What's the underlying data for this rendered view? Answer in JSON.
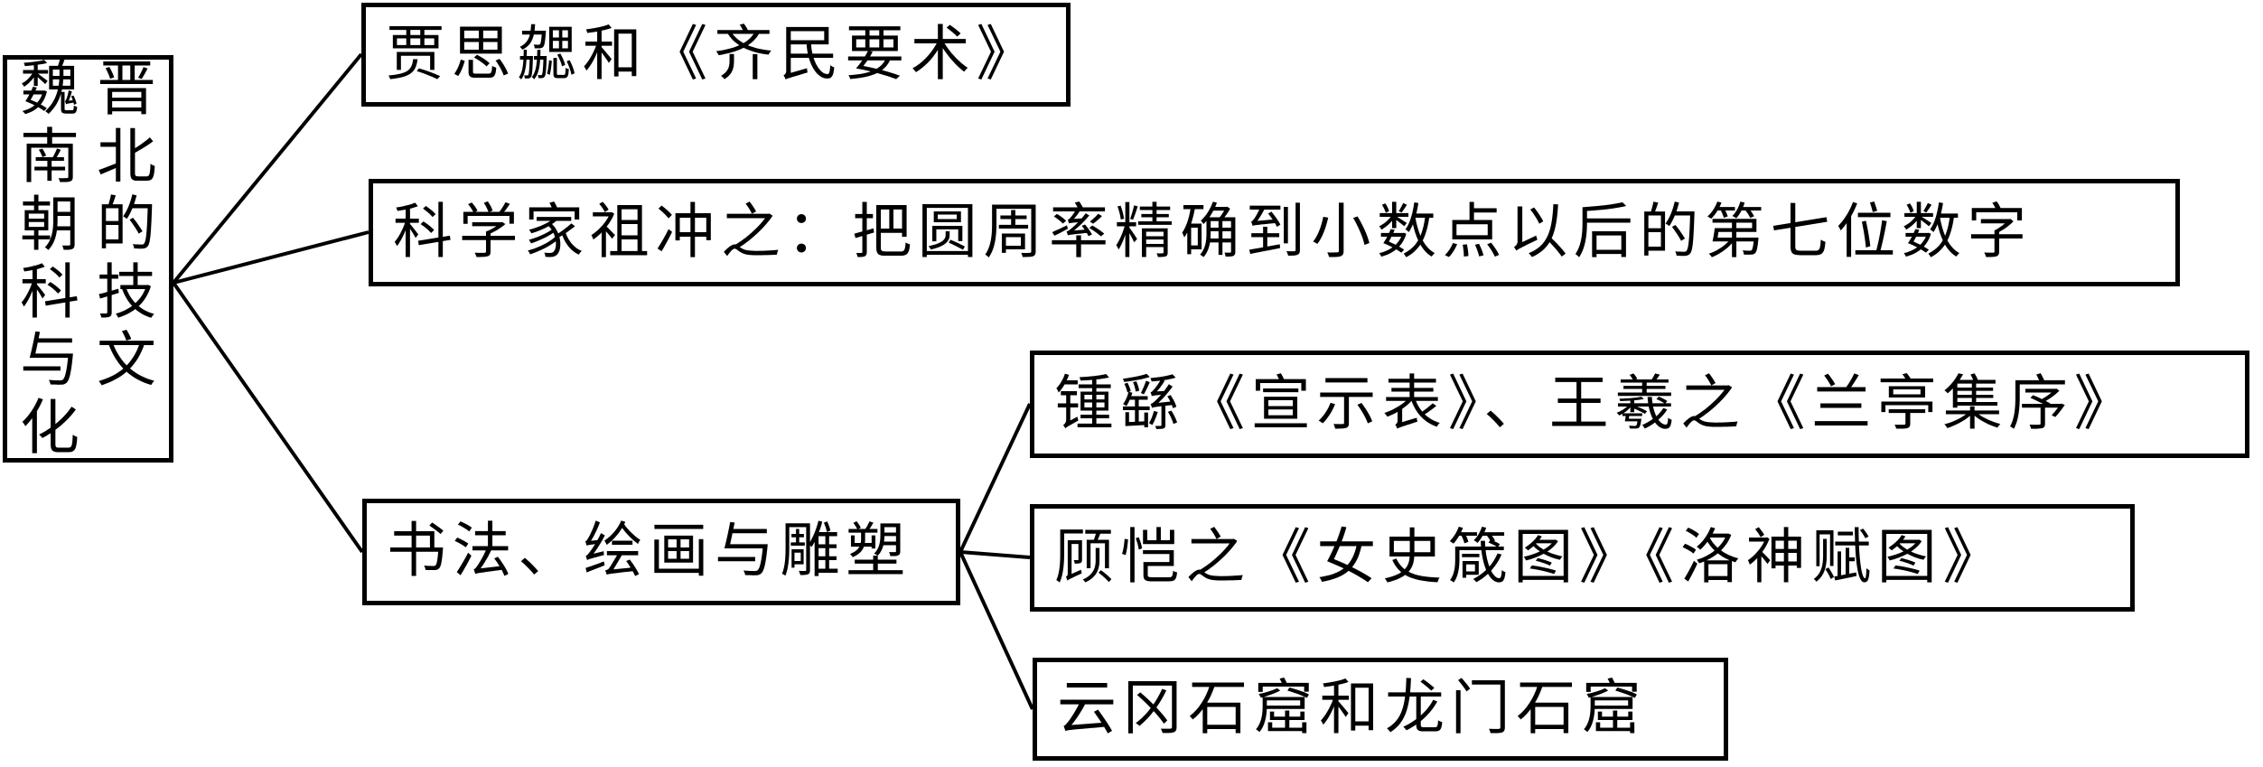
{
  "diagram": {
    "type": "tree-diagram",
    "root": {
      "label": "魏晋南北朝的科技与文化"
    },
    "branches": [
      {
        "label": "贾思勰和《齐民要术》"
      },
      {
        "label": "科学家祖冲之：把圆周率精确到小数点以后的第七位数字"
      },
      {
        "label": "书法、绘画与雕塑",
        "children": [
          {
            "label": "锺繇《宣示表》、王羲之《兰亭集序》"
          },
          {
            "label": "顾恺之《女史箴图》《洛神赋图》"
          },
          {
            "label": "云冈石窟和龙门石窟"
          }
        ]
      }
    ],
    "colors": {
      "background": "#ffffff",
      "line": "#000000",
      "text": "#000000"
    }
  }
}
